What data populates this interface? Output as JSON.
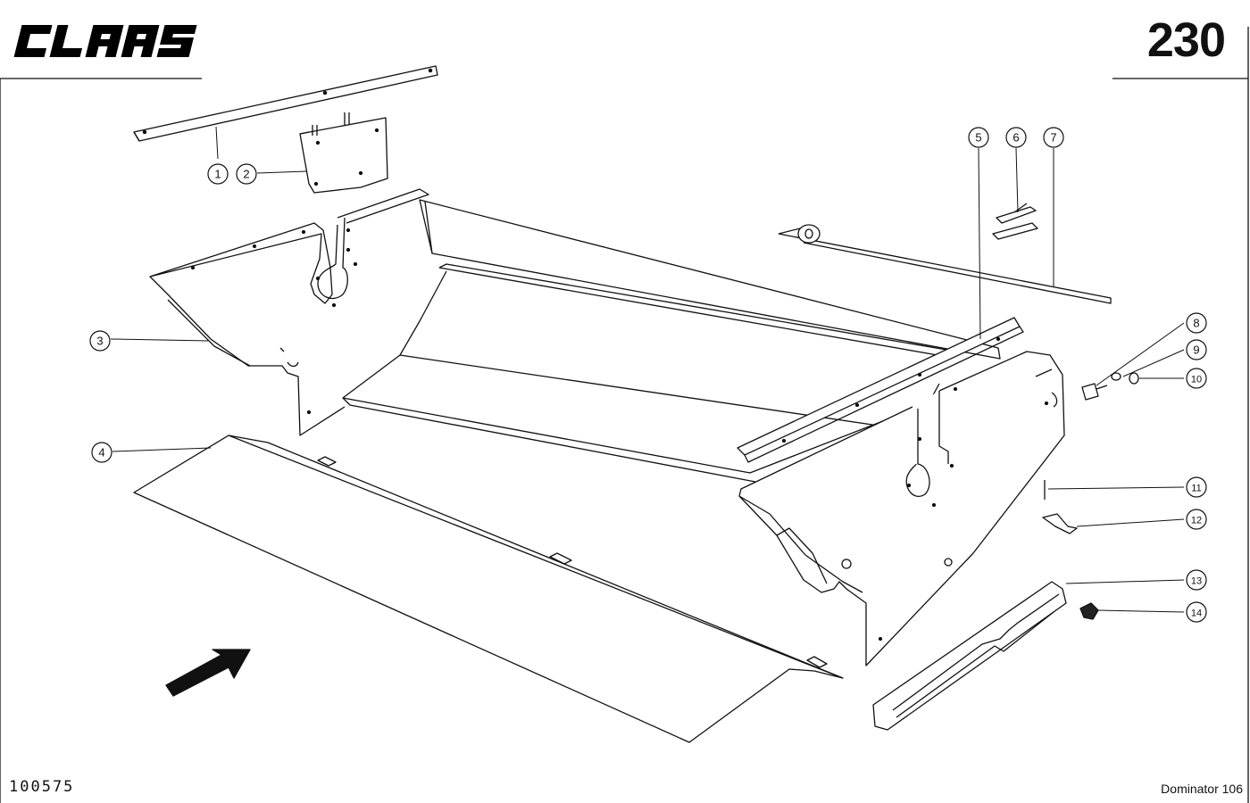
{
  "header": {
    "brand": "CLAAS",
    "page_number": "230"
  },
  "footer": {
    "drawing_number": "100575",
    "model": "Dominator 106"
  },
  "callouts": [
    {
      "id": 1,
      "label": "1"
    },
    {
      "id": 2,
      "label": "2"
    },
    {
      "id": 3,
      "label": "3"
    },
    {
      "id": 4,
      "label": "4"
    },
    {
      "id": 5,
      "label": "5"
    },
    {
      "id": 6,
      "label": "6"
    },
    {
      "id": 7,
      "label": "7"
    },
    {
      "id": 8,
      "label": "8"
    },
    {
      "id": 9,
      "label": "9"
    },
    {
      "id": 10,
      "label": "10"
    },
    {
      "id": 11,
      "label": "11"
    },
    {
      "id": 12,
      "label": "12"
    },
    {
      "id": 13,
      "label": "13"
    },
    {
      "id": 14,
      "label": "14"
    }
  ],
  "colors": {
    "line": "#111111",
    "paper": "#ffffff"
  }
}
